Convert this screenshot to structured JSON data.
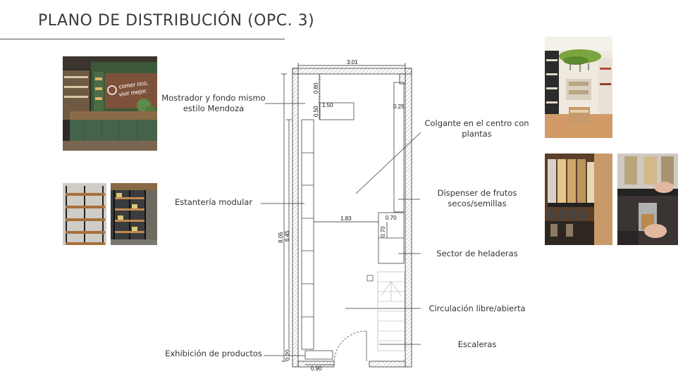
{
  "title": "PLANO DE DISTRIBUCIÓN (OPC. 3)",
  "labels": {
    "mostrador": "Mostrador y fondo mismo estilo Mendoza",
    "estanteria": "Estantería modular",
    "exhibicion": "Exhibición de productos",
    "colgante": "Colgante en el centro con plantas",
    "dispenser": "Dispenser de frutos secos/semillas",
    "heladeras": "Sector de heladeras",
    "circulacion": "Circulación libre/abierta",
    "escaleras": "Escaleras"
  },
  "dimensions": {
    "width_top": "3.01",
    "d080": "0.80",
    "d150": "1.50",
    "d050": "0.50",
    "d025": "0.25",
    "total_length": "8.05",
    "d645": "6.45",
    "d183": "1.83",
    "d070a": "0.70",
    "d070b": "0.70",
    "d020": "0.20",
    "d090": "0.90"
  },
  "photos": {
    "counter_sign_line1": "comer rico,",
    "counter_sign_line2": "vivir mejor."
  },
  "colors": {
    "title": "#3a3a3a",
    "plan_line": "#333333",
    "counter_green": "#3f5a3c",
    "wood": "#b57a44"
  }
}
